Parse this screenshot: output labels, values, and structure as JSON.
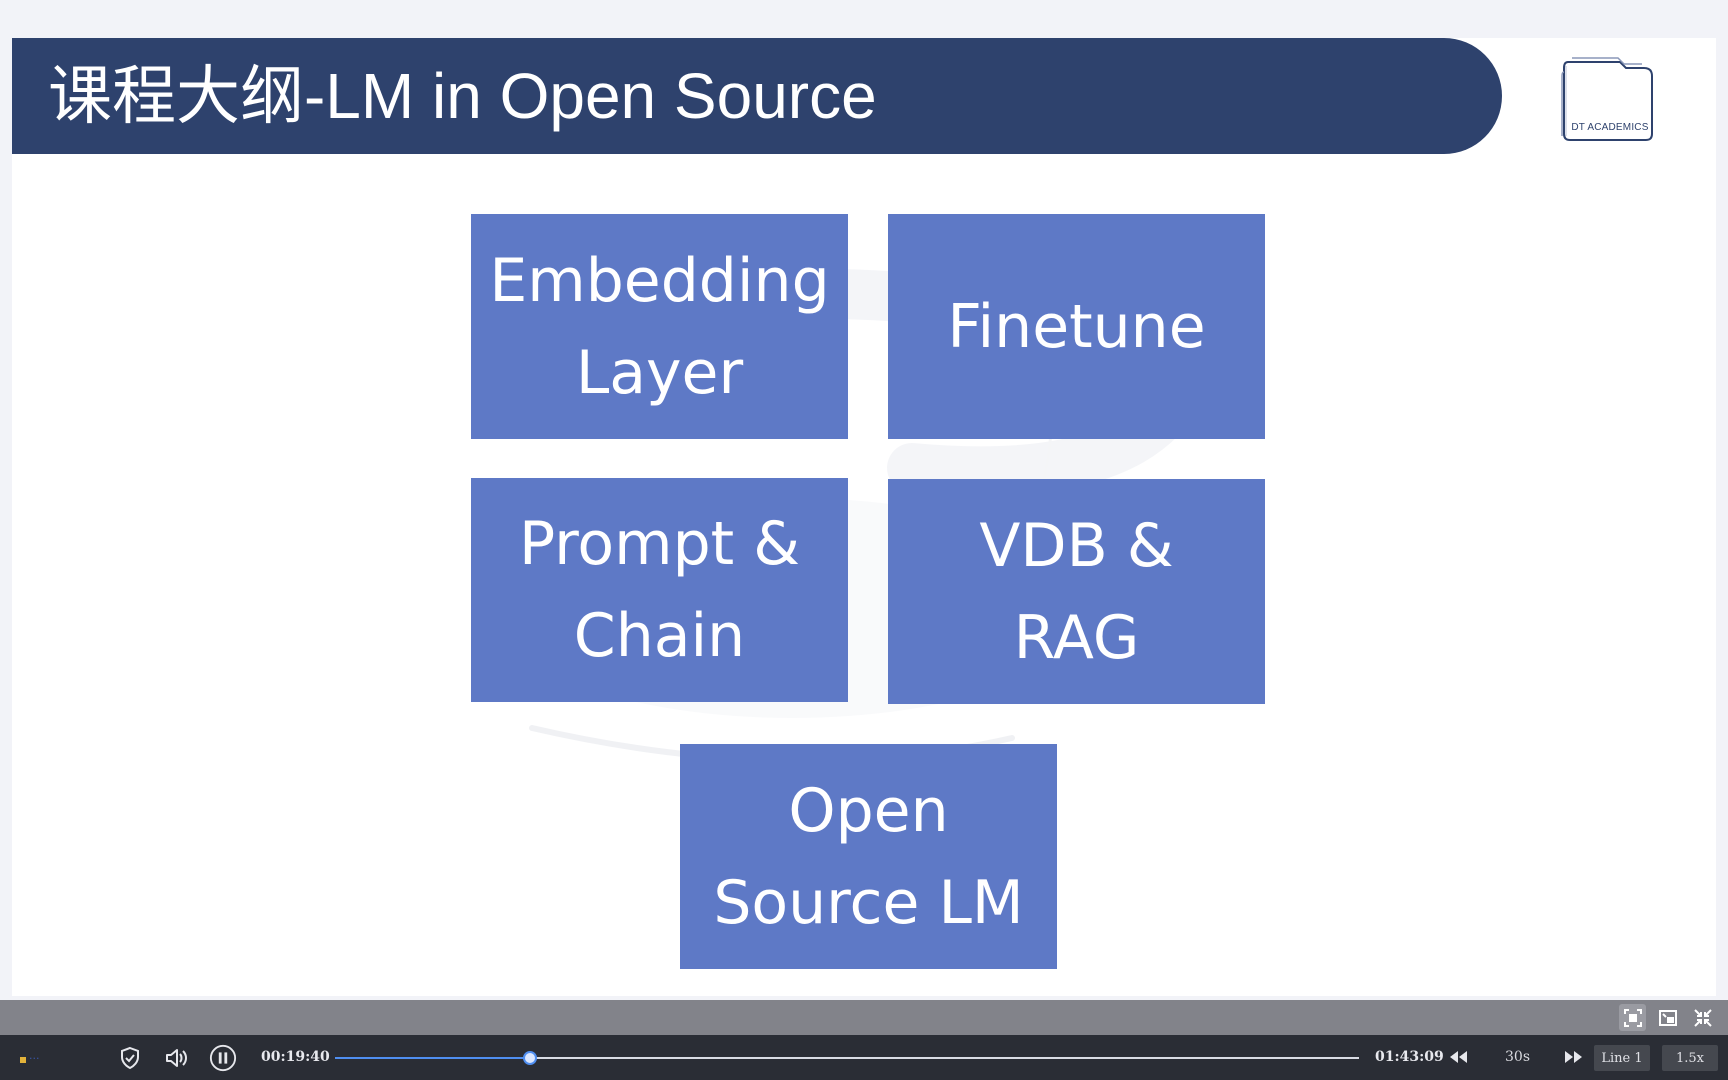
{
  "slide": {
    "title": "课程大纲-LM in Open Source",
    "logo_text": "DT ACADEMICS",
    "boxes": [
      {
        "id": "embedding",
        "lines": [
          "Embedding",
          "Layer"
        ]
      },
      {
        "id": "finetune",
        "lines": [
          "Finetune"
        ]
      },
      {
        "id": "prompt",
        "lines": [
          "Prompt &",
          "Chain"
        ]
      },
      {
        "id": "vdb",
        "lines": [
          "VDB &",
          "RAG"
        ]
      },
      {
        "id": "open-source",
        "lines": [
          "Open",
          "Source LM"
        ]
      }
    ]
  },
  "player": {
    "brand_text": "...",
    "current_time": "00:19:40",
    "total_time": "01:43:09",
    "progress": 0.19,
    "skip_seconds": "30s",
    "line_label": "Line 1",
    "speed_label": "1.5x",
    "icons": {
      "shield": "shield-icon",
      "volume": "volume-icon",
      "pause": "pause-icon",
      "rewind": "rewind-icon",
      "forward": "fast-forward-icon",
      "screenshot": "screenshot-icon",
      "picture_in_picture": "pip-icon",
      "fullscreen": "fullscreen-exit-icon"
    },
    "accent_color": "#4f8ef0"
  }
}
